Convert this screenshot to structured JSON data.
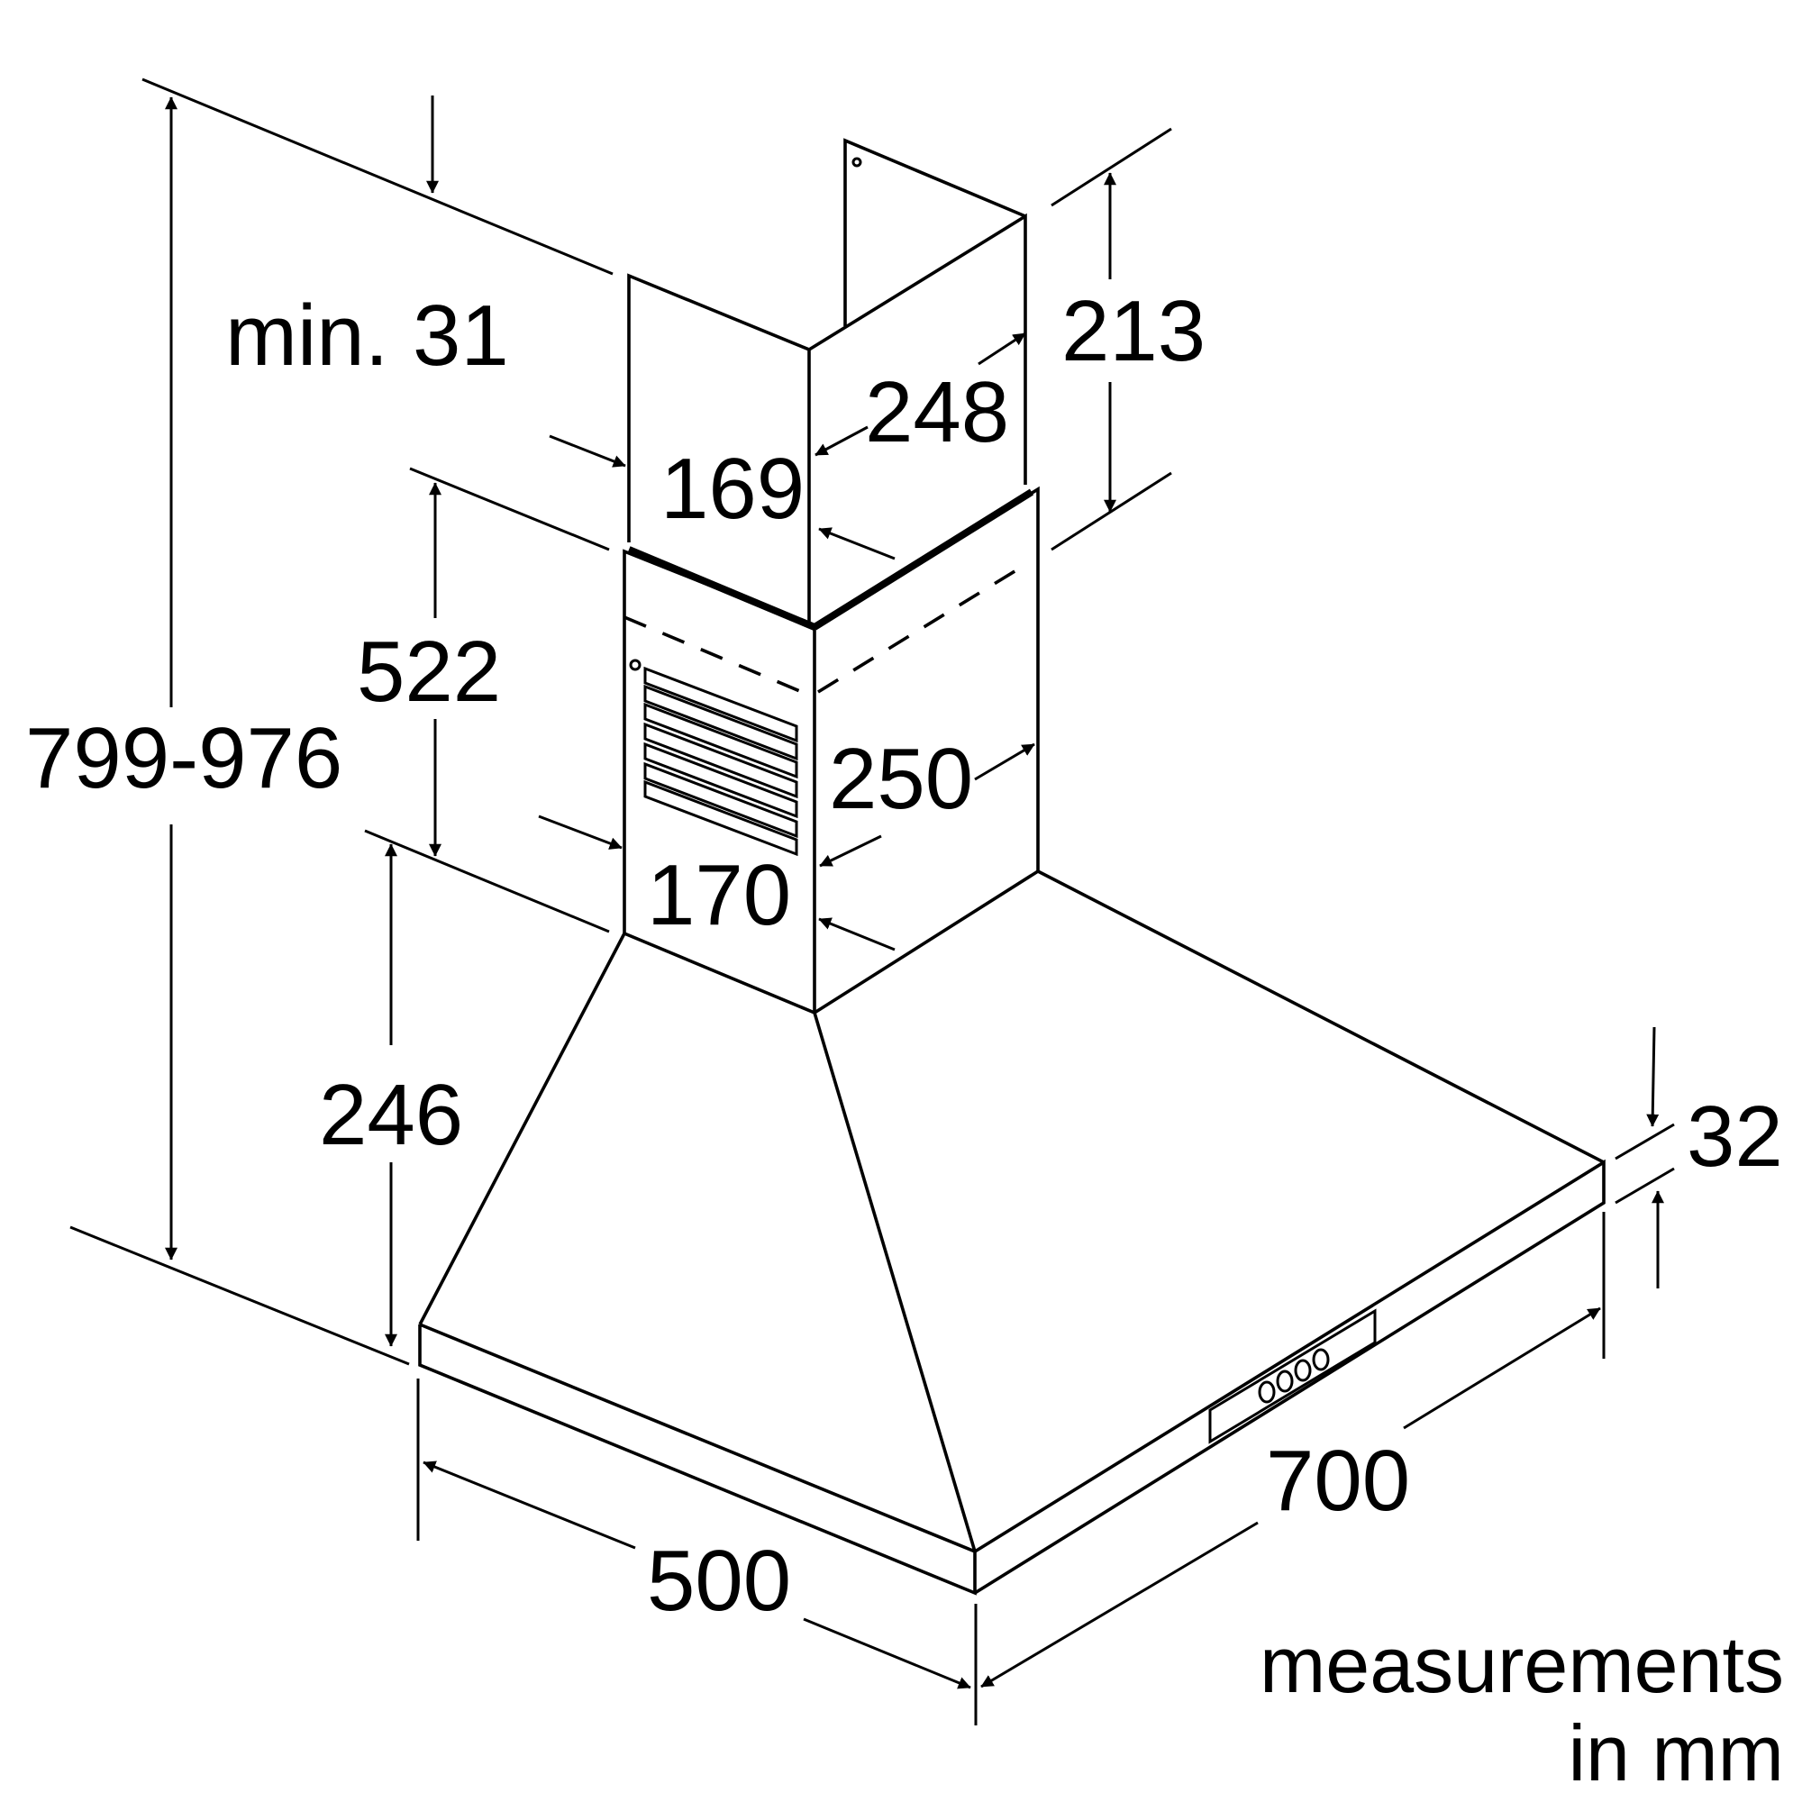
{
  "dimensions": {
    "total_height": "799-976",
    "min_gap": "min. 31",
    "upper_chimney_height": "213",
    "upper_chimney_depth": "248",
    "upper_chimney_width": "169",
    "lower_chimney_height": "522",
    "lower_chimney_depth": "250",
    "lower_chimney_width": "170",
    "canopy_height": "246",
    "edge_thickness": "32",
    "hood_width": "700",
    "hood_depth": "500"
  },
  "note": {
    "line1": "measurements",
    "line2": "in mm"
  }
}
